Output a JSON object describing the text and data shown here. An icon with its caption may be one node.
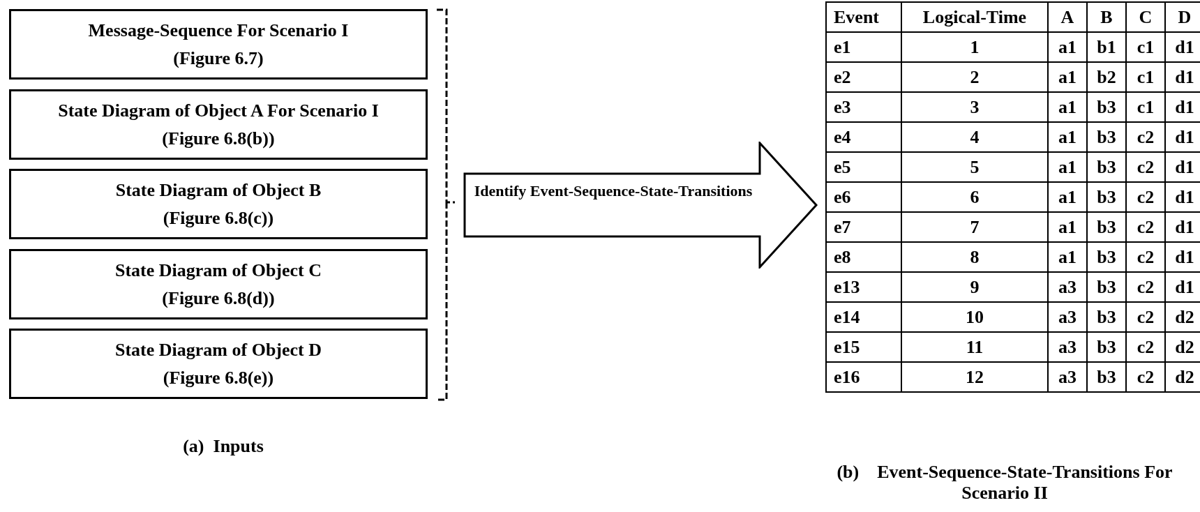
{
  "diagram": {
    "nodes": [
      {
        "text": [
          "Message-Sequence For Scenario I",
          "(Figure 6.7)"
        ]
      },
      {
        "text": [
          "State Diagram of Object A For Scenario I",
          "(Figure 6.8(b))"
        ]
      },
      {
        "text": [
          "State Diagram of Object B",
          "(Figure 6.8(c))"
        ]
      },
      {
        "text": [
          "State Diagram of Object C",
          "(Figure 6.8(d))"
        ]
      },
      {
        "text": [
          "State Diagram of Object D",
          "(Figure 6.8(e))"
        ]
      },
      {
        "text": [
          "Identify Event-Sequence-State-Transitions"
        ]
      }
    ],
    "labels": [
      "Event",
      "Logical-Time",
      "A",
      "B",
      "C",
      "D",
      "e1",
      "1",
      "a1",
      "b1",
      "c1",
      "d1",
      "e2",
      "2",
      "a1",
      "b2",
      "c1",
      "d1",
      "e3",
      "3",
      "a1",
      "b3",
      "c1",
      "d1",
      "e4",
      "4",
      "a1",
      "b3",
      "c2",
      "d1",
      "e5",
      "5",
      "a1",
      "b3",
      "c2",
      "d1",
      "e6",
      "6",
      "a1",
      "b3",
      "c2",
      "d1",
      "e7",
      "7",
      "a1",
      "b3",
      "c2",
      "d1",
      "e8",
      "8",
      "a1",
      "b3",
      "c2",
      "d1",
      "e13",
      "9",
      "a3",
      "b3",
      "c2",
      "d1",
      "e14",
      "10",
      "a3",
      "b3",
      "c2",
      "d2",
      "e15",
      "11",
      "a3",
      "b3",
      "c2",
      "d2",
      "e16",
      "12",
      "a3",
      "b3",
      "c2",
      "d2",
      "(a)  Inputs",
      "(b)    Event-Sequence-State-Transitions For Scenario II"
    ]
  }
}
